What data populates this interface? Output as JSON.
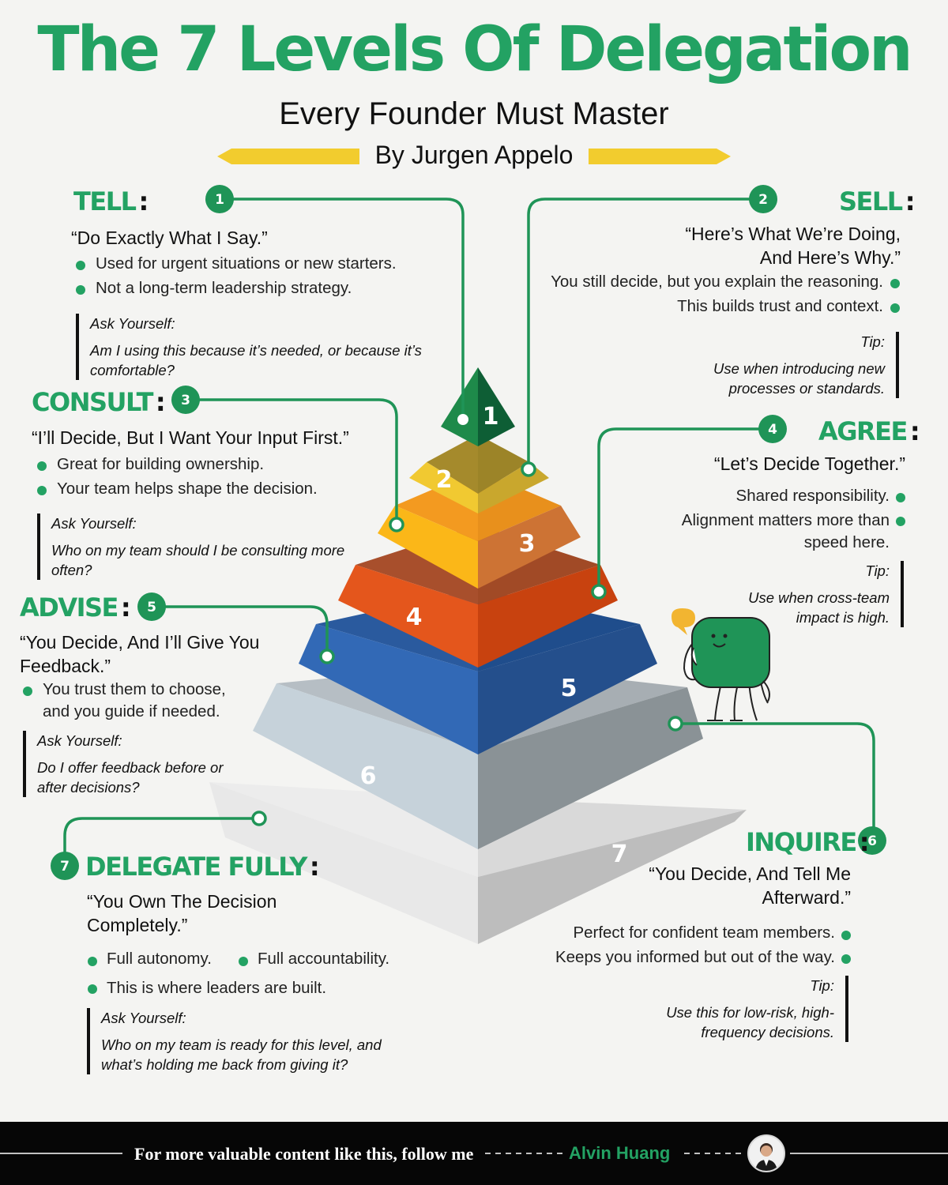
{
  "header": {
    "title": "The 7 Levels Of Delegation",
    "subtitle": "Every Founder Must Master",
    "author": "By Jurgen Appelo"
  },
  "colors": {
    "brand_green": "#23a263",
    "accent_yellow": "#f2cc2e",
    "level_1": "#1f8a4c",
    "level_2": "#e5c42f",
    "level_3": "#f39a20",
    "level_4": "#d6531b",
    "level_5": "#2b5ea8",
    "level_6": "#aab4bc",
    "level_7": "#d9d9d9"
  },
  "pyramid": {
    "labels": [
      "1",
      "2",
      "3",
      "4",
      "5",
      "6",
      "7"
    ]
  },
  "levels": {
    "tell": {
      "number": "1",
      "name": "TELL",
      "colon": ":",
      "quote": "“Do Exactly What I Say.”",
      "bullets": [
        "Used for urgent situations or new starters.",
        "Not a long-term leadership strategy."
      ],
      "box_label": "Ask Yourself:",
      "box_text": "Am I using this because it’s needed, or because it’s comfortable?"
    },
    "sell": {
      "number": "2",
      "name": "SELL",
      "colon": ":",
      "quote": "“Here’s What We’re Doing, And Here’s Why.”",
      "bullets": [
        "You still decide, but you explain the reasoning.",
        "This builds trust and context."
      ],
      "box_label": "Tip:",
      "box_text": "Use when introducing new processes or standards."
    },
    "consult": {
      "number": "3",
      "name": "CONSULT",
      "colon": ":",
      "quote": "“I’ll Decide, But I Want Your Input First.”",
      "bullets": [
        "Great for building ownership.",
        "Your team helps shape the decision."
      ],
      "box_label": "Ask Yourself:",
      "box_text": "Who on my team should I be consulting more often?"
    },
    "agree": {
      "number": "4",
      "name": "AGREE",
      "colon": ":",
      "quote": "“Let’s Decide Together.”",
      "bullets": [
        "Shared responsibility.",
        "Alignment matters more than speed here."
      ],
      "box_label": "Tip:",
      "box_text": "Use when cross-team impact is high."
    },
    "advise": {
      "number": "5",
      "name": "ADVISE",
      "colon": ":",
      "quote": "“You Decide, And I’ll Give You Feedback.”",
      "bullets": [
        "You trust them to choose, and you guide if needed."
      ],
      "box_label": "Ask Yourself:",
      "box_text": "Do I offer feedback before or after decisions?"
    },
    "inquire": {
      "number": "6",
      "name": "INQUIRE",
      "colon": ":",
      "quote": "“You Decide, And Tell Me Afterward.”",
      "bullets": [
        "Perfect for confident team members.",
        "Keeps you informed but out of the way."
      ],
      "box_label": "Tip:",
      "box_text": "Use this for low-risk, high-frequency decisions."
    },
    "delegate": {
      "number": "7",
      "name": "DELEGATE FULLY",
      "colon": ":",
      "quote": "“You Own The Decision Completely.”",
      "bullets": [
        "Full autonomy.",
        "Full accountability.",
        "This is where leaders are built."
      ],
      "box_label": "Ask Yourself:",
      "box_text": "Who on my team is ready for this level, and what’s holding me back from giving it?"
    }
  },
  "footer": {
    "text": "For more valuable content like this, follow me",
    "name": "Alvin Huang"
  }
}
